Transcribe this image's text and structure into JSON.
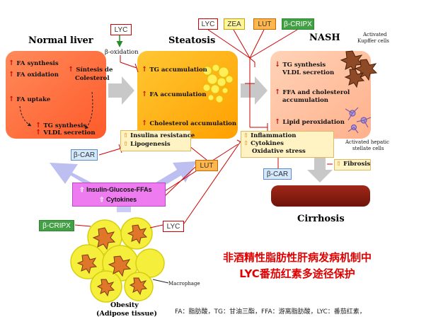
{
  "headings": {
    "normal_liver": "Normal liver",
    "steatosis": "Steatosis",
    "nash": "NASH",
    "cirrhosis": "Cirrhosis",
    "obesity_line1": "Obesity",
    "obesity_line2": "(Adipose tissue)"
  },
  "normal_liver": {
    "fa_synthesis": "FA synthesis",
    "fa_oxidation": "FA oxidation",
    "sintesis_line1": "Síntesis de",
    "sintesis_line2": "Colesterol",
    "fa_uptake": "FA uptake",
    "tg_synthesis": "TG synthesis",
    "vldl_secretion": "VLDL secretion"
  },
  "steatosis": {
    "tg_accumulation": "TG accumulation",
    "fa_accumulation": "FA accumulation",
    "cholesterol_accumulation": "Cholesterol accumulation",
    "insulin_resistance": "Insulina resistance",
    "lipogenesis": "Lipogenesis"
  },
  "nash": {
    "tg_synthesis": "TG synthesis",
    "vldl_secretion": "VLDL secretion",
    "ffa_line1": "FFA and cholesterol",
    "ffa_line2": "accumulation",
    "lipid_peroxidation": "Lipid peroxidation",
    "inflammation": "Inflammation",
    "cytokines": "Cytokines",
    "oxidative_stress": "Oxidative stress",
    "fibrosis": "Fibrosis",
    "kupffer_line1": "Activated",
    "kupffer_line2": "Kupffer cells",
    "stellate_line1": "Activated hepatic",
    "stellate_line2": "stellate cells"
  },
  "adipose": {
    "insulin_glucose": "Insulin-Glucose-FFAs",
    "cytokines": "Cytokines",
    "macrophage": "Macrophage"
  },
  "tags": {
    "lyc_top": "LYC",
    "beta_oxidation": "β-oxidation",
    "lyc_nash": "LYC",
    "zea": "ZEA",
    "lut_nash": "LUT",
    "bcripx_nash": "β-CRIPX",
    "bcar_left": "β-CAR",
    "lut_mid": "LUT",
    "bcar_right": "β-CAR",
    "bcripx_bottom": "β-CRIPX",
    "lyc_bottom": "LYC"
  },
  "caption": {
    "line1": "非酒精性脂肪性肝病发病机制中",
    "line2": "LYC番茄红素多途径保护"
  },
  "legend": "FA：脂肪酸，TG：甘油三酯，FFA：游离脂肪酸，LYC：番茄红素，",
  "colors": {
    "inhibit_red": "#d00000",
    "normal_liver": "#ff6a3d",
    "steatosis_liver": "#ffb300",
    "nash_liver": "#ffc09a",
    "cirrhosis": "#8b1a10",
    "adipose": "#f3f048"
  }
}
